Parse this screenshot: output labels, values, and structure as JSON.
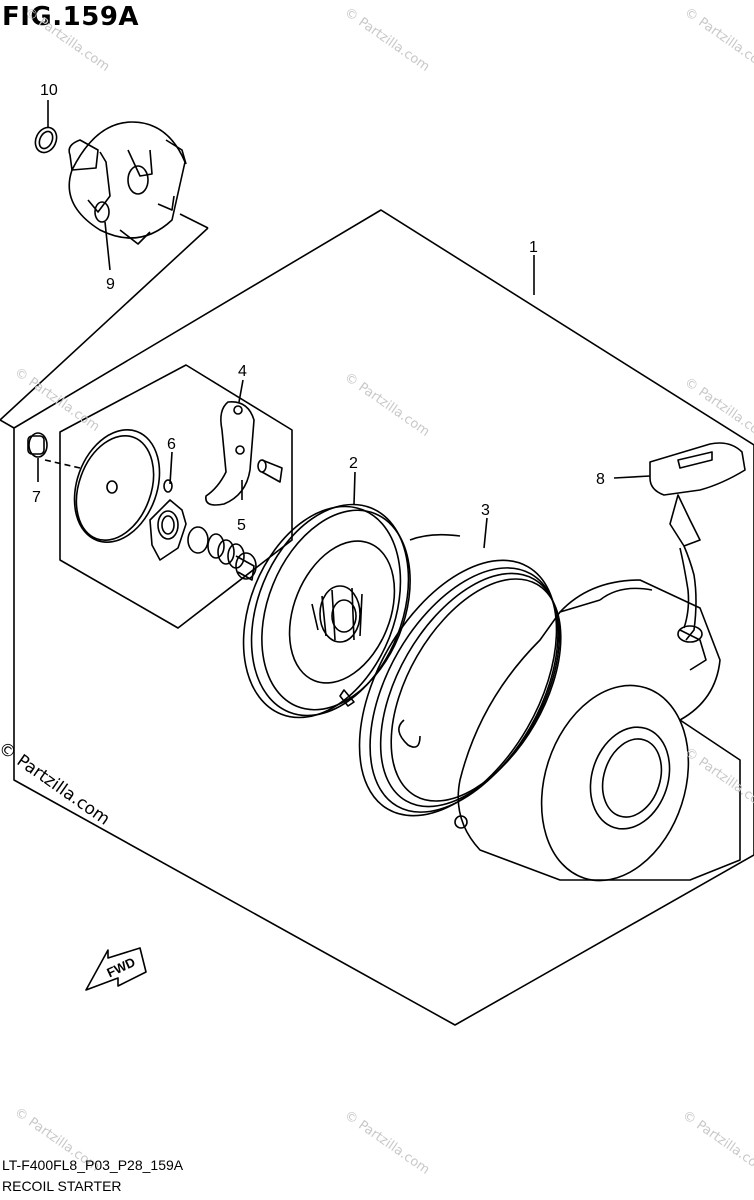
{
  "figure": {
    "title": "FIG.159A",
    "code": "LT-F400FL8_P03_P28_159A",
    "name": "RECOIL STARTER"
  },
  "callouts": [
    "10",
    "9",
    "1",
    "4",
    "6",
    "7",
    "5",
    "2",
    "3",
    "8"
  ],
  "direction_label": "FWD",
  "watermark": {
    "text": "© Partzilla.com",
    "main_text": "© Partzilla.com"
  }
}
